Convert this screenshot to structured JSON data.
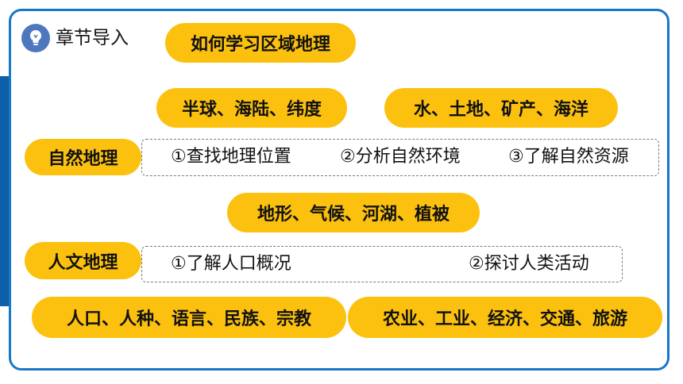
{
  "header": {
    "title": "章节导入",
    "main_topic": "如何学习区域地理"
  },
  "natural": {
    "label": "自然地理",
    "top_tags": [
      "半球、海陆、纬度",
      "水、土地、矿产、海洋"
    ],
    "steps": [
      "①查找地理位置",
      "②分析自然环境",
      "③了解自然资源"
    ],
    "bottom_tag": "地形、气候、河湖、植被"
  },
  "human": {
    "label": "人文地理",
    "steps": [
      "①了解人口概况",
      "②探讨人类活动"
    ],
    "bottom_tags": [
      "人口、人种、语言、民族、宗教",
      "农业、工业、经济、交通、旅游"
    ]
  },
  "colors": {
    "accent_yellow": "#fcc10f",
    "frame_blue": "#1878c8",
    "icon_blue": "#4f77bf"
  },
  "icons": {
    "header": "lightbulb-icon"
  }
}
